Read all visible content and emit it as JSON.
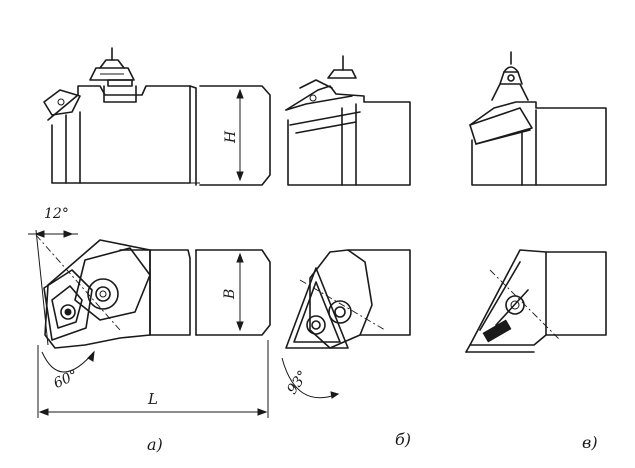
{
  "labels": {
    "angle_top": "12°",
    "angle_a": "60°",
    "angle_b": "93°",
    "dim_height": "H",
    "dim_width": "B",
    "dim_length": "L",
    "caption_a": "a)",
    "caption_b": "б)",
    "caption_c": "в)"
  }
}
